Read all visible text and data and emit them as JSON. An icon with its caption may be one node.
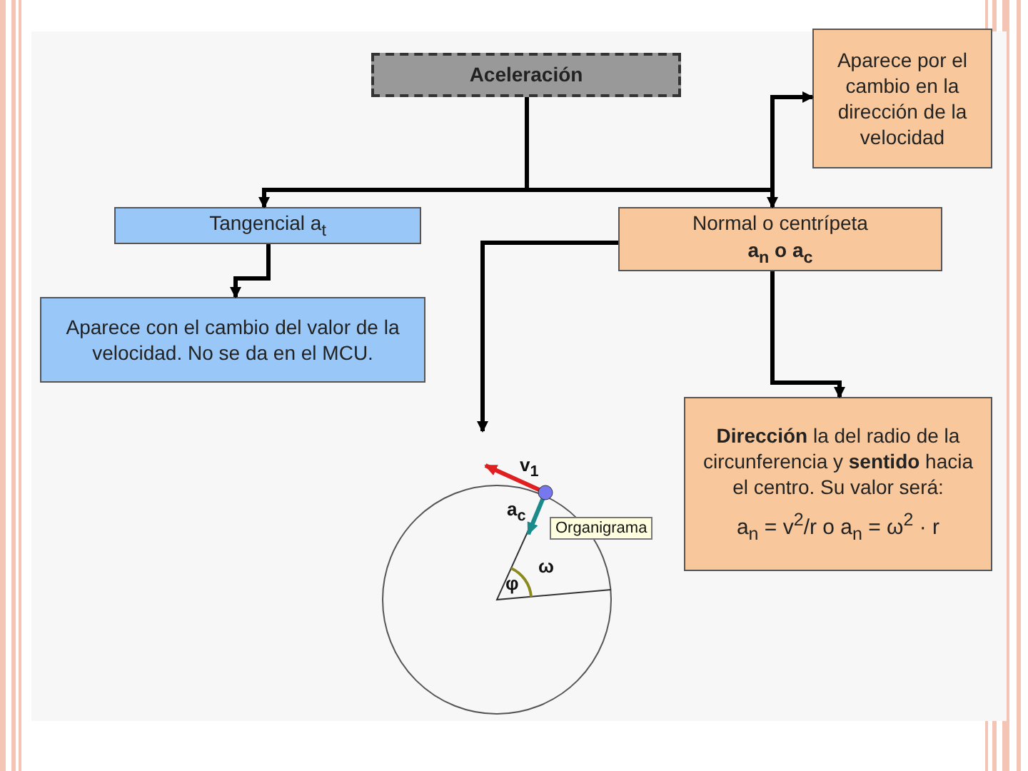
{
  "diagram": {
    "nodes": [
      {
        "text": [
          "Aceleración"
        ]
      },
      {
        "text": [
          "Aparece por el cambio en la dirección de la velocidad"
        ]
      },
      {
        "text": [
          "Tangencial a$_{t}$"
        ]
      },
      {
        "text": [
          "Normal o centrípeta",
          "a$_{n}$ o a$_{c}$"
        ]
      },
      {
        "text": [
          "Aparece con el cambio del valor de la velocidad. No se da en el MCU."
        ]
      },
      {
        "text": [
          "**Dirección** la del radio de la circunferencia y **sentido** hacia el centro. Su valor será:",
          "a$_{n}$ = v$^{2}$/r o a$_{n}$ = ω$^{2}$ · r"
        ]
      },
      {
        "text": [],
        "shape": "picture"
      }
    ],
    "edges": [
      {
        "from": 0,
        "to": 2,
        "arrow": "to"
      },
      {
        "from": 0,
        "to": 3,
        "arrow": "to"
      },
      {
        "from": 0,
        "to": 1,
        "arrow": "to"
      },
      {
        "from": 2,
        "to": 4,
        "arrow": "to"
      },
      {
        "from": 3,
        "to": 5,
        "arrow": "to"
      },
      {
        "from": 3,
        "to": 6,
        "arrow": "to"
      }
    ],
    "labels": [
      "v$_{1}$",
      "a$_{c}$",
      "Organigrama",
      "ω",
      "φ"
    ]
  }
}
